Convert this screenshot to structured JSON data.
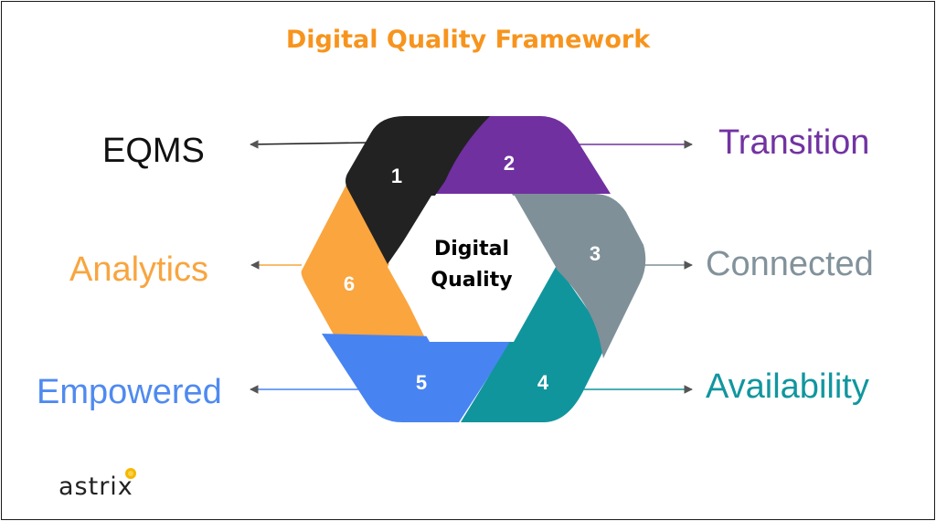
{
  "title": "Digital Quality Framework",
  "center": {
    "line1": "Digital",
    "line2": "Quality"
  },
  "segments": [
    {
      "number": "1",
      "label": "EQMS",
      "color": "#222222"
    },
    {
      "number": "2",
      "label": "Transition",
      "color": "#7030a0"
    },
    {
      "number": "3",
      "label": "Connected",
      "color": "#7f9098"
    },
    {
      "number": "4",
      "label": "Availability",
      "color": "#10959d"
    },
    {
      "number": "5",
      "label": "Empowered",
      "color": "#4784f2"
    },
    {
      "number": "6",
      "label": "Analytics",
      "color": "#faa53e"
    }
  ],
  "logo": {
    "text": "astrix",
    "accent": "#f5b800"
  }
}
